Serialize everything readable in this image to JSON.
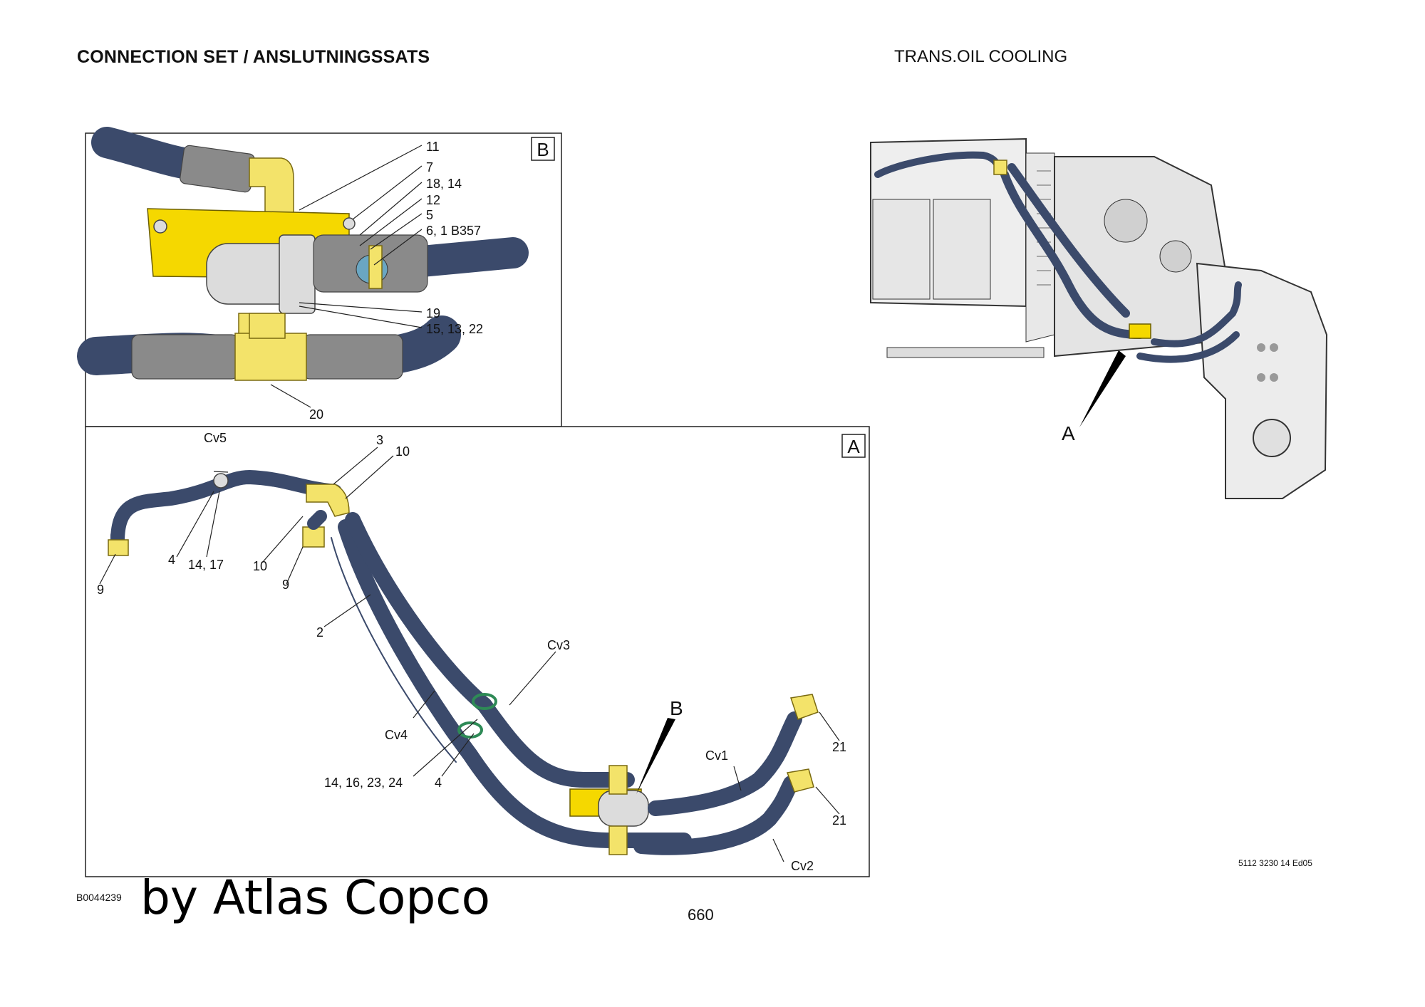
{
  "header": {
    "title": "CONNECTION SET / ANSLUTNINGSSATS",
    "section": "TRANS.OIL COOLING"
  },
  "detail_b": {
    "label": "B",
    "callouts": [
      "11",
      "7",
      "18, 14",
      "12",
      "5",
      "6, 1 B357",
      "19",
      "15, 13, 22",
      "20"
    ]
  },
  "detail_a": {
    "label": "A",
    "callouts": {
      "cv5": "Cv5",
      "n3": "3",
      "n10a": "10",
      "n4a": "4",
      "n14_17": "14, 17",
      "n10b": "10",
      "n9a": "9",
      "n9b": "9",
      "n2": "2",
      "cv3": "Cv3",
      "cv4": "Cv4",
      "n14_16_23_24": "14, 16, 23, 24",
      "n4b": "4",
      "b": "B",
      "cv1": "Cv1",
      "n21a": "21",
      "n21b": "21",
      "cv2": "Cv2"
    }
  },
  "overview": {
    "label": "A"
  },
  "footer": {
    "doc_ref": "5112 3230 14 Ed05",
    "image_code": "B0044239",
    "watermark": "by Atlas Copco",
    "page": "660"
  },
  "colors": {
    "hose": "#3b4a6b",
    "fitting": "#f3e36a",
    "bracket": "#f5d800",
    "frame": "#222222"
  }
}
